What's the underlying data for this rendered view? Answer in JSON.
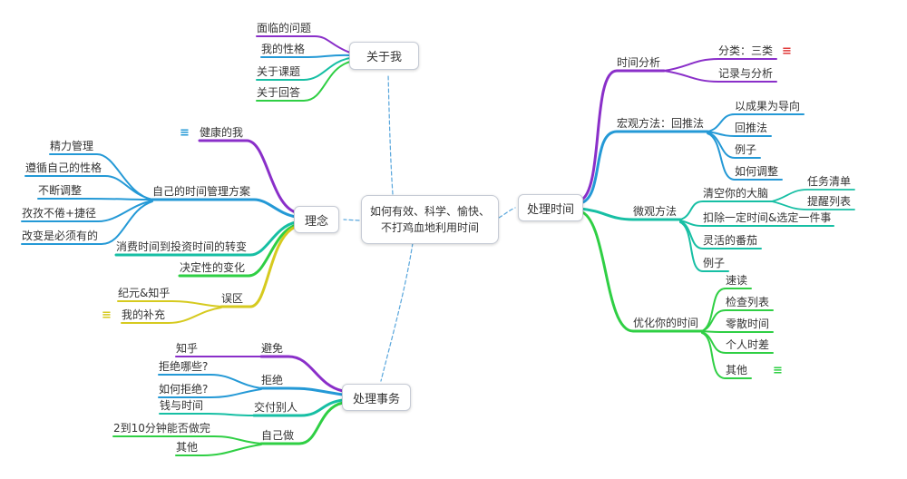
{
  "palette": {
    "purple": "#8a2fc9",
    "blue": "#2499d6",
    "teal": "#17bfa4",
    "green": "#2fcf44",
    "yellow": "#d6ca1f",
    "dashed_link": "#58a6dc",
    "marker_red": "#e03a3a",
    "marker_blue": "#2499d6",
    "marker_yellow": "#d6ca1f",
    "marker_green": "#2fcf44"
  },
  "icons": {
    "notes_glyph": "≡"
  },
  "central": {
    "title_line1": "如何有效、科学、愉快、",
    "title_line2": "不打鸡血地利用时间"
  },
  "about_me": {
    "label": "关于我",
    "children": [
      {
        "label": "面临的问题"
      },
      {
        "label": "我的性格"
      },
      {
        "label": "关于课题"
      },
      {
        "label": "关于回答"
      }
    ]
  },
  "concept": {
    "label": "理念",
    "healthy_me": {
      "label": "健康的我"
    },
    "time_plan": {
      "label": "自己的时间管理方案",
      "children": [
        {
          "label": "精力管理"
        },
        {
          "label": "遵循自己的性格"
        },
        {
          "label": "不断调整"
        },
        {
          "label": "孜孜不倦+捷径"
        },
        {
          "label": "改变是必须有的"
        }
      ]
    },
    "consume_to_invest": {
      "label": "消费时间到投资时间的转变"
    },
    "decisive_change": {
      "label": "决定性的变化"
    },
    "misconception": {
      "label": "误区",
      "children": [
        {
          "label": "纪元&知乎"
        },
        {
          "label": "我的补充"
        }
      ]
    }
  },
  "handle_time": {
    "label": "处理时间",
    "time_analysis": {
      "label": "时间分析",
      "children": [
        {
          "label": "分类：三类"
        },
        {
          "label": "记录与分析"
        }
      ]
    },
    "macro_method": {
      "label": "宏观方法：回推法",
      "children": [
        {
          "label": "以成果为导向"
        },
        {
          "label": "回推法"
        },
        {
          "label": "例子"
        },
        {
          "label": "如何调整"
        }
      ]
    },
    "micro_method": {
      "label": "微观方法",
      "children": [
        {
          "label": "清空你的大脑",
          "children": [
            {
              "label": "任务清单"
            },
            {
              "label": "提醒列表"
            }
          ]
        },
        {
          "label": "扣除一定时间&选定一件事"
        },
        {
          "label": "灵活的番茄"
        },
        {
          "label": "例子"
        }
      ]
    },
    "optimize": {
      "label": "优化你的时间",
      "children": [
        {
          "label": "速读"
        },
        {
          "label": "检查列表"
        },
        {
          "label": "零散时间"
        },
        {
          "label": "个人时差"
        },
        {
          "label": "其他"
        }
      ]
    }
  },
  "handle_affairs": {
    "label": "处理事务",
    "avoid": {
      "label": "避免",
      "children": [
        {
          "label": "知乎"
        }
      ]
    },
    "refuse": {
      "label": "拒绝",
      "children": [
        {
          "label": "拒绝哪些?"
        },
        {
          "label": "如何拒绝?"
        }
      ]
    },
    "delegate": {
      "label": "交付别人",
      "children": [
        {
          "label": "钱与时间"
        }
      ]
    },
    "do_yourself": {
      "label": "自己做",
      "children": [
        {
          "label": "2到10分钟能否做完"
        },
        {
          "label": "其他"
        }
      ]
    }
  }
}
